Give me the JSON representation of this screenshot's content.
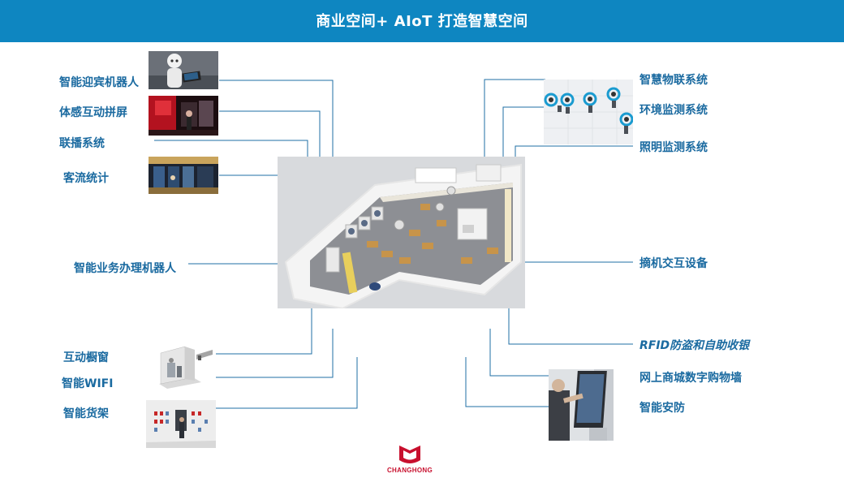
{
  "header": {
    "title": "商业空间+ AIoT  打造智慧空间"
  },
  "left_labels": [
    "智能迎宾机器人",
    "体感互动拼屏",
    "联播系统",
    "客流统计",
    "智能业务办理机器人",
    "互动橱窗",
    "智能WIFI",
    "智能货架"
  ],
  "right_labels": [
    "智慧物联系统",
    "环境监测系统",
    "照明监测系统",
    "摘机交互设备",
    "RFID防盗和自助收银",
    "网上商城数字购物墙",
    "智能安防"
  ],
  "logo": {
    "text": "CHANGHONG"
  },
  "colors": {
    "header": "#0e86c1",
    "label": "#1a6aa0",
    "line": "#1f6fa6",
    "brand": "#c8102e"
  }
}
